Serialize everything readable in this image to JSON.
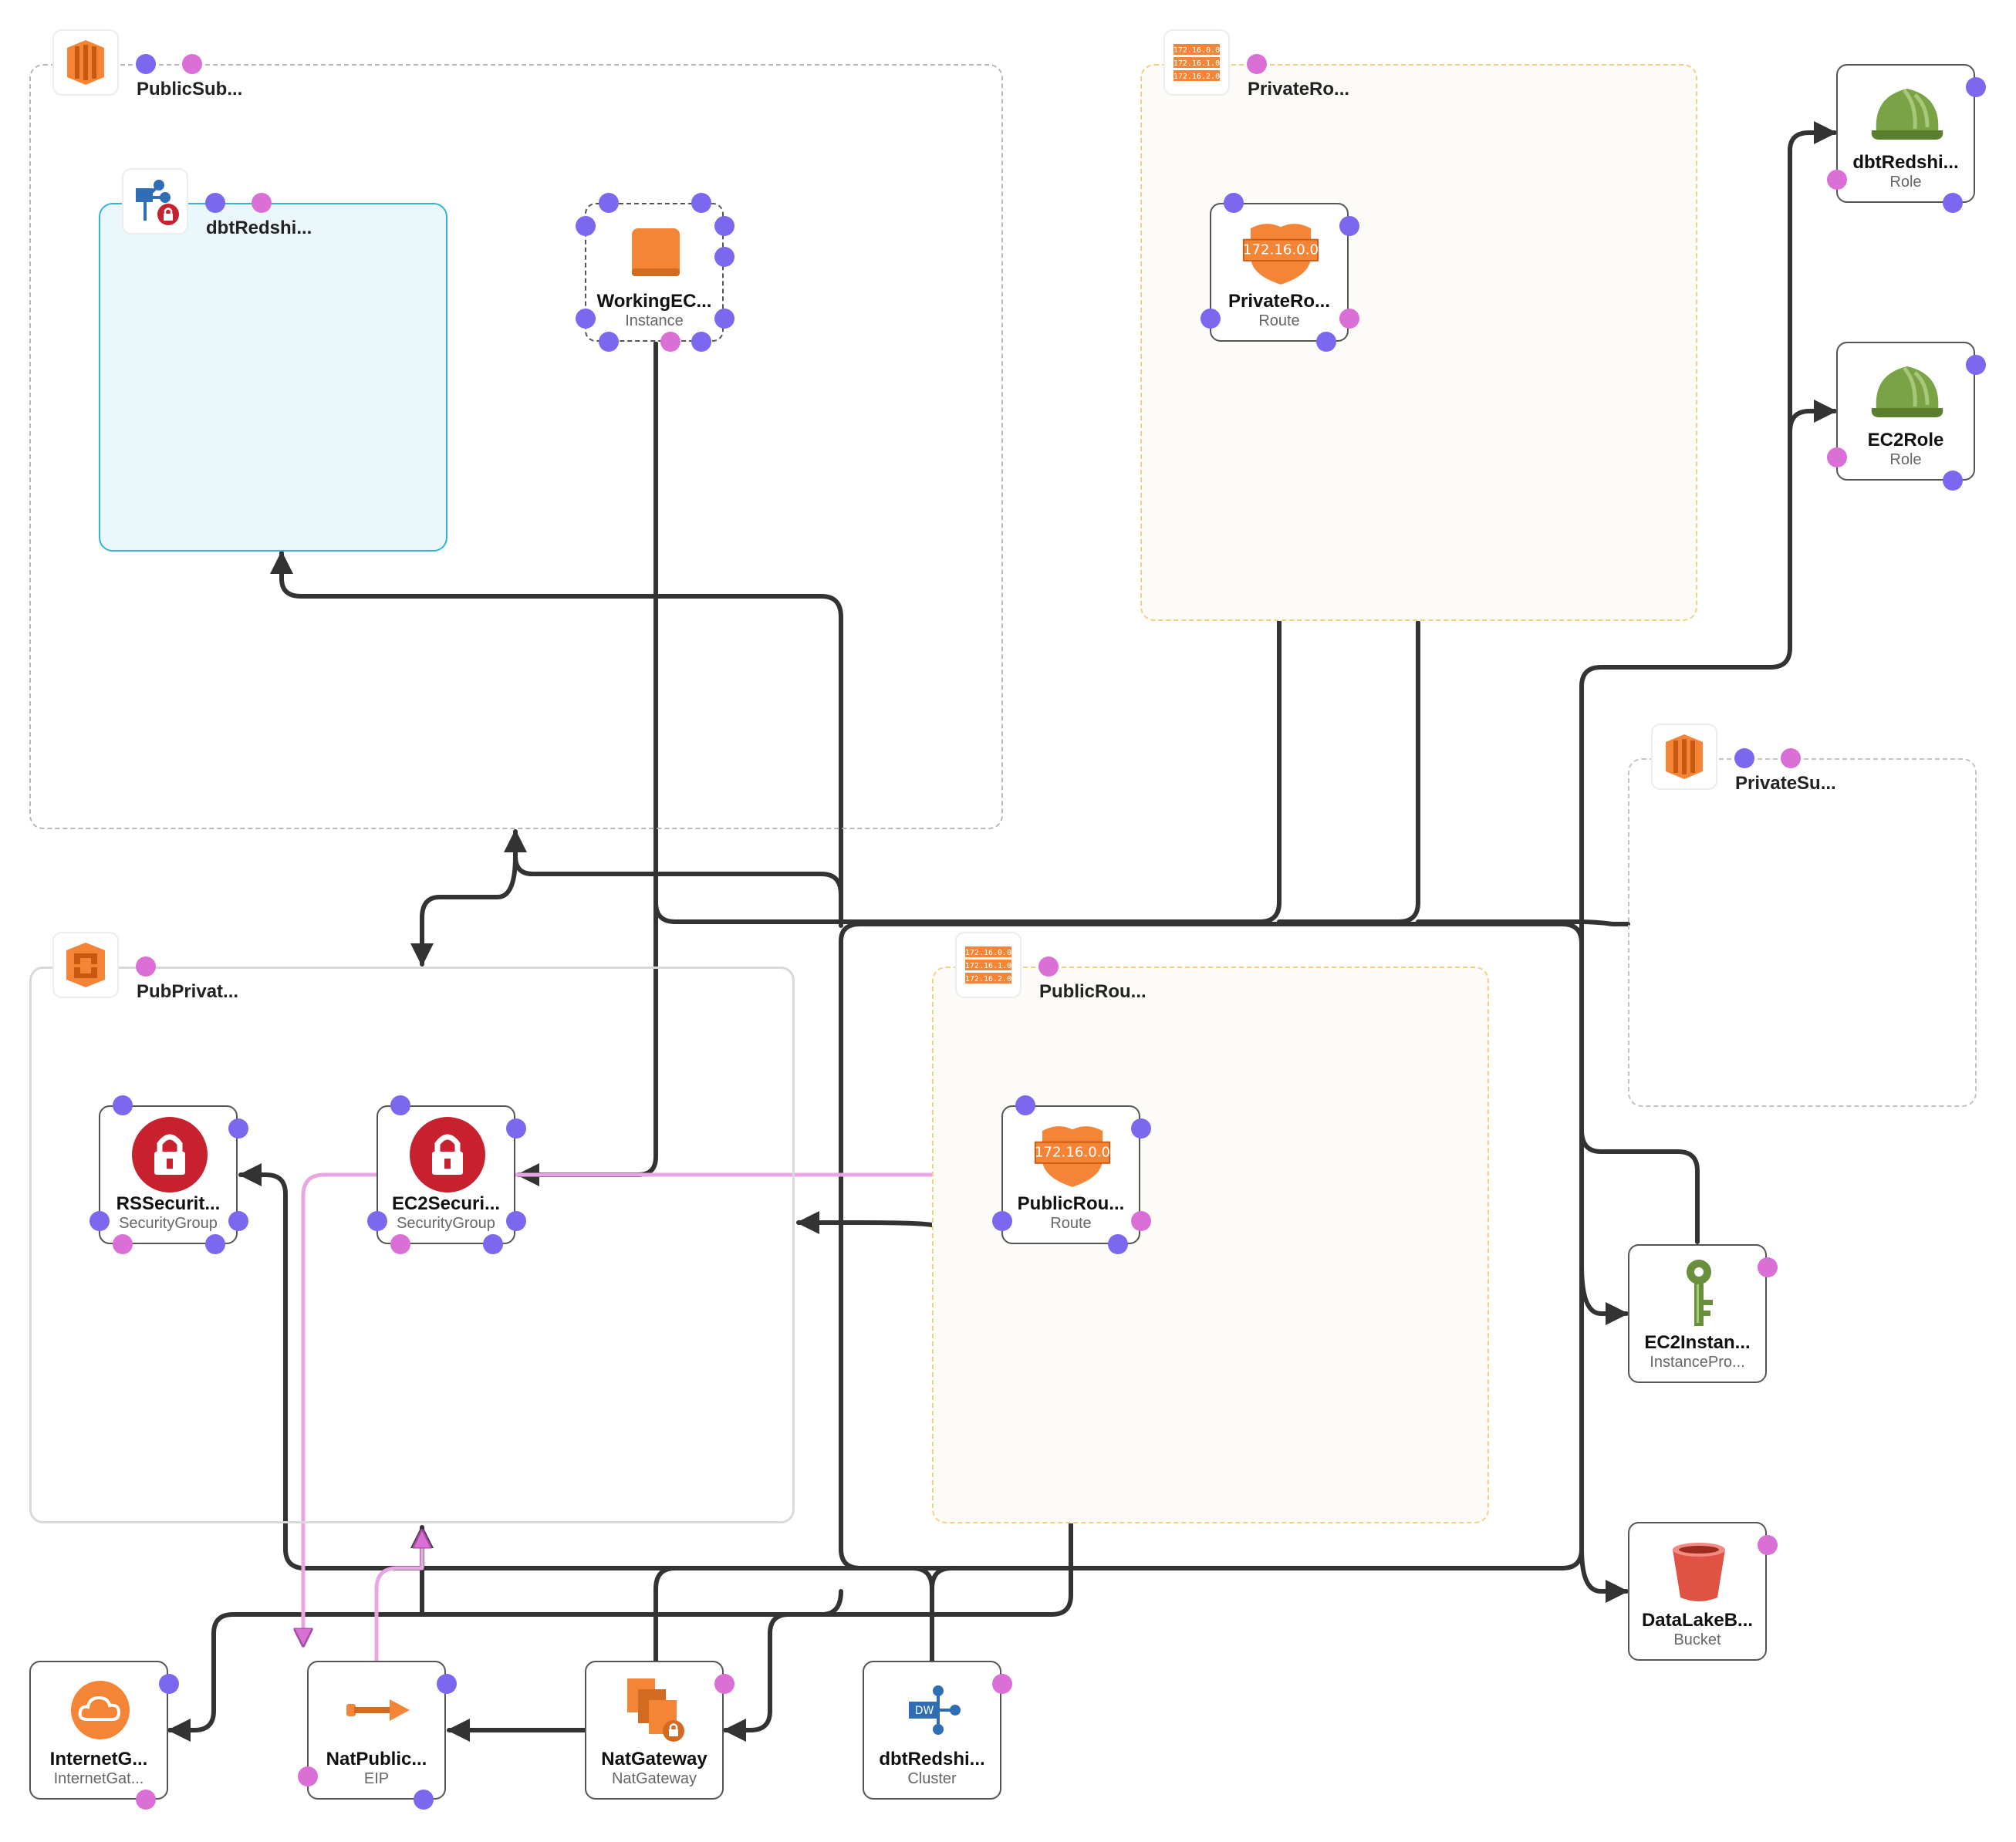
{
  "colors": {
    "edge": "#333333",
    "edge_pink": "#e8a6e2",
    "port_purple": "#7b68ee",
    "port_pink": "#da70d6",
    "subnet_border": "#b8b8b8",
    "routetable_border": "#f5cf85",
    "cluster_border": "#35b2d8",
    "aws_orange": "#f58536",
    "security_red": "#c7202e",
    "role_green": "#6a8f3c"
  },
  "groups": {
    "public_subnet": {
      "label": "PublicSub...",
      "icon": "subnet-icon"
    },
    "redshift_subnet_group": {
      "label": "dbtRedshi...",
      "icon": "redshift-subnet-group-icon"
    },
    "private_route_table": {
      "label": "PrivateRo...",
      "icon": "route-table-icon"
    },
    "private_subnet": {
      "label": "PrivateSu...",
      "icon": "subnet-icon"
    },
    "vpc": {
      "label": "PubPrivat...",
      "icon": "vpc-icon"
    },
    "public_route_table": {
      "label": "PublicRou...",
      "icon": "route-table-icon"
    }
  },
  "route_table_icon_text": [
    "172.16.0.0",
    "172.16.1.0",
    "172.16.2.0"
  ],
  "nodes": {
    "working_ec2": {
      "name": "WorkingEC...",
      "type": "Instance",
      "icon": "ec2-instance-icon"
    },
    "private_route": {
      "name": "PrivateRo...",
      "type": "Route",
      "icon": "route-icon",
      "badge": "172.16.0.0"
    },
    "redshift_role": {
      "name": "dbtRedshi...",
      "type": "Role",
      "icon": "iam-role-icon"
    },
    "ec2_role": {
      "name": "EC2Role",
      "type": "Role",
      "icon": "iam-role-icon"
    },
    "rs_security_group": {
      "name": "RSSecurit...",
      "type": "SecurityGroup",
      "icon": "lock-icon"
    },
    "ec2_security_group": {
      "name": "EC2Securi...",
      "type": "SecurityGroup",
      "icon": "lock-icon"
    },
    "public_route": {
      "name": "PublicRou...",
      "type": "Route",
      "icon": "route-icon",
      "badge": "172.16.0.0"
    },
    "ec2_instance_profile": {
      "name": "EC2Instan...",
      "type": "InstancePro...",
      "icon": "key-icon"
    },
    "datalake_bucket": {
      "name": "DataLakeB...",
      "type": "Bucket",
      "icon": "bucket-icon"
    },
    "internet_gateway": {
      "name": "InternetG...",
      "type": "InternetGat...",
      "icon": "cloud-icon"
    },
    "nat_public_ip": {
      "name": "NatPublic...",
      "type": "EIP",
      "icon": "elastic-ip-icon"
    },
    "nat_gateway": {
      "name": "NatGateway",
      "type": "NatGateway",
      "icon": "nat-gateway-icon"
    },
    "redshift_cluster": {
      "name": "dbtRedshi...",
      "type": "Cluster",
      "icon": "redshift-cluster-icon",
      "badge": "DW"
    }
  }
}
